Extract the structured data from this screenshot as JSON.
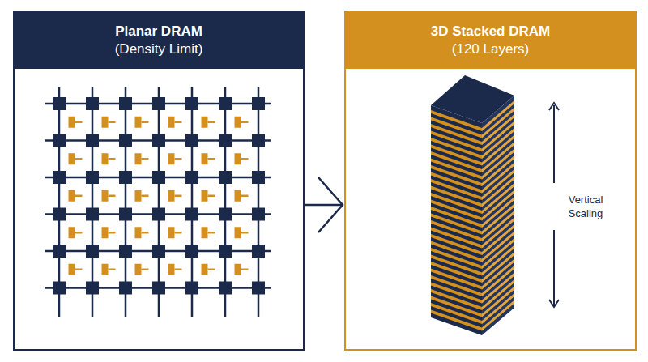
{
  "diagram": {
    "nodes": [
      {
        "text": [
          "Planar DRAM",
          "(Density Limit)"
        ]
      },
      {
        "text": [
          "3D Stacked DRAM",
          "(120 Layers)"
        ]
      }
    ],
    "edges": [
      {
        "from": 0,
        "to": 1,
        "arrow": "to"
      }
    ],
    "labels": [
      "Vertical Scaling"
    ]
  }
}
